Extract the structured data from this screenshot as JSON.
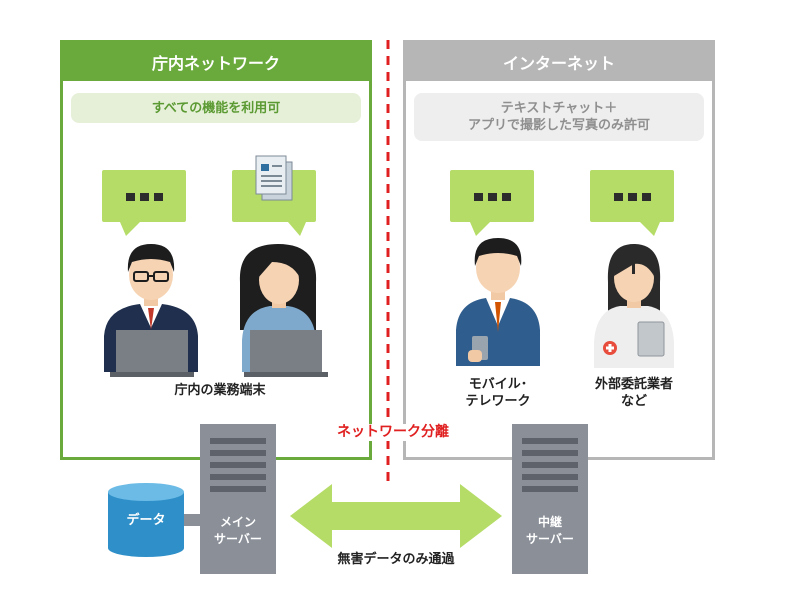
{
  "left_panel": {
    "title": "庁内ネットワーク",
    "subtitle": "すべての機能を利用可",
    "caption": "庁内の業務端末",
    "color": "#6aaa3c"
  },
  "right_panel": {
    "title": "インターネット",
    "subtitle_line1": "テキストチャット＋",
    "subtitle_line2": "アプリで撮影した写真のみ許可",
    "caption_mobile": "モバイル･\nテレワーク",
    "caption_vendor": "外部委託業者\nなど",
    "color": "#b6b6b6"
  },
  "divider_label": "ネットワーク分離",
  "database_label": "データ",
  "main_server_label": "メイン\nサーバー",
  "relay_server_label": "中継\nサーバー",
  "transfer_label": "無害データのみ通過",
  "colors": {
    "green": "#6aaa3c",
    "speech_green": "#b5dc67",
    "divider_red": "#e02020",
    "server_gray": "#8a8f98",
    "database_blue": "#2f8fc8"
  }
}
